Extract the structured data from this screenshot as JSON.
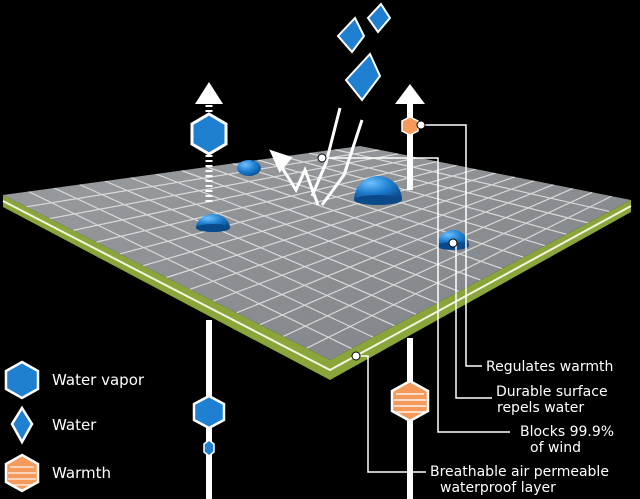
{
  "legend": {
    "water_vapor": "Water vapor",
    "water": "Water",
    "warmth": "Warmth"
  },
  "callouts": {
    "regulates_warmth": "Regulates warmth",
    "durable_line1": "Durable surface",
    "durable_line2": "repels water",
    "blocks_line1": "Blocks 99.9%",
    "blocks_line2": "of wind",
    "breathable_line1": "Breathable air permeable",
    "breathable_line2": "waterproof layer"
  },
  "colors": {
    "background": "#000000",
    "surface": "#8c8f92",
    "grid": "#e6e6e6",
    "layer_edge": "#8aa53a",
    "water": "#1f7fd0",
    "warmth": "#f39a5c",
    "line": "#ffffff"
  },
  "icons": {
    "water_vapor": "hexagon-icon",
    "water": "droplet-diamond-icon",
    "warmth": "hexagon-warm-icon"
  }
}
